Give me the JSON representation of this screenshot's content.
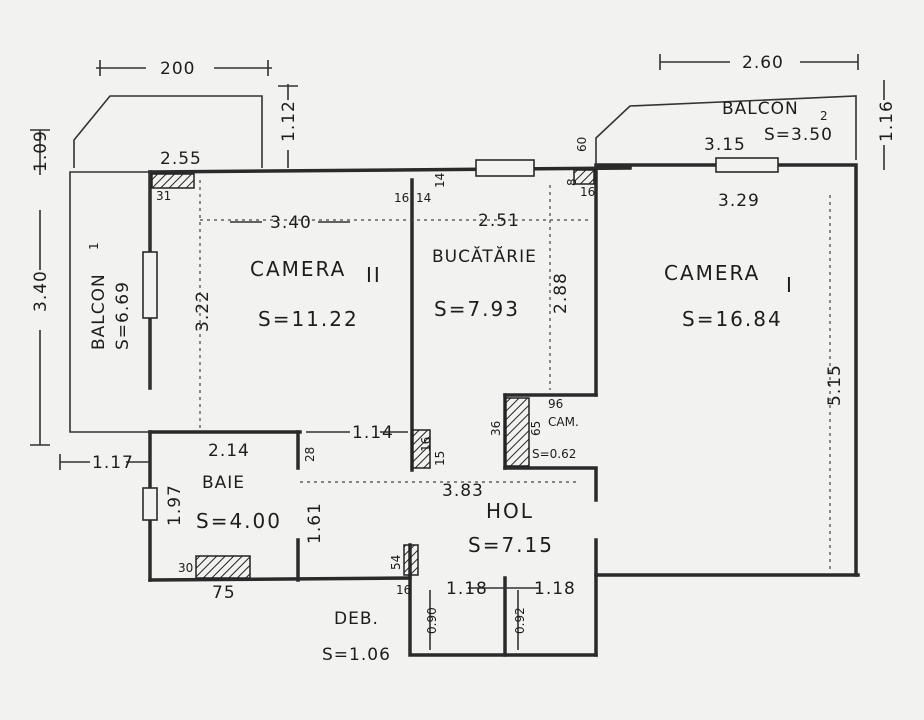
{
  "rooms": {
    "camera2": {
      "name": "CAMERA",
      "numeral": "II",
      "area": "S=11.22"
    },
    "bucatarie": {
      "name": "BUCĂTĂRIE",
      "area": "S=7.93"
    },
    "camera1": {
      "name": "CAMERA",
      "numeral": "I",
      "area": "S=16.84"
    },
    "baie": {
      "name": "BAIE",
      "area": "S=4.00"
    },
    "hol": {
      "name": "HOL",
      "area": "S=7.15"
    },
    "deb": {
      "name": "DEB.",
      "area": "S=1.06"
    },
    "cam": {
      "name": "CAM.",
      "area": "S=0.62"
    },
    "balcon1": {
      "name": "BALCON",
      "index": "1",
      "area": "S=6.69"
    },
    "balcon2": {
      "name": "BALCON",
      "index": "2",
      "area": "S=3.50"
    }
  },
  "dimensions": {
    "d200": "200",
    "d260": "2.60",
    "d112": "1.12",
    "d116": "1.16",
    "d109": "1.09",
    "d255": "2.55",
    "d315": "3.15",
    "d340_top": "3.40",
    "d251": "2.51",
    "d329": "3.29",
    "d60": "60",
    "d31": "31",
    "d16a": "16",
    "d14a": "14",
    "d14b": "14",
    "d8": "8",
    "d16b": "16",
    "d340_left": "3.40",
    "d322": "3.22",
    "d288": "2.88",
    "d515": "5.15",
    "d114": "1.14",
    "d214": "2.14",
    "d28": "28",
    "d117": "1.17",
    "d197": "1.97",
    "d161": "1.61",
    "d383": "3.83",
    "d96": "96",
    "d36": "36",
    "d65": "65",
    "d16c": "16",
    "d15": "15",
    "d54": "54",
    "d30": "30",
    "d75": "75",
    "d16d": "16",
    "d118a": "1.18",
    "d118b": "1.18",
    "d090": "0.90",
    "d092": "0.92"
  }
}
